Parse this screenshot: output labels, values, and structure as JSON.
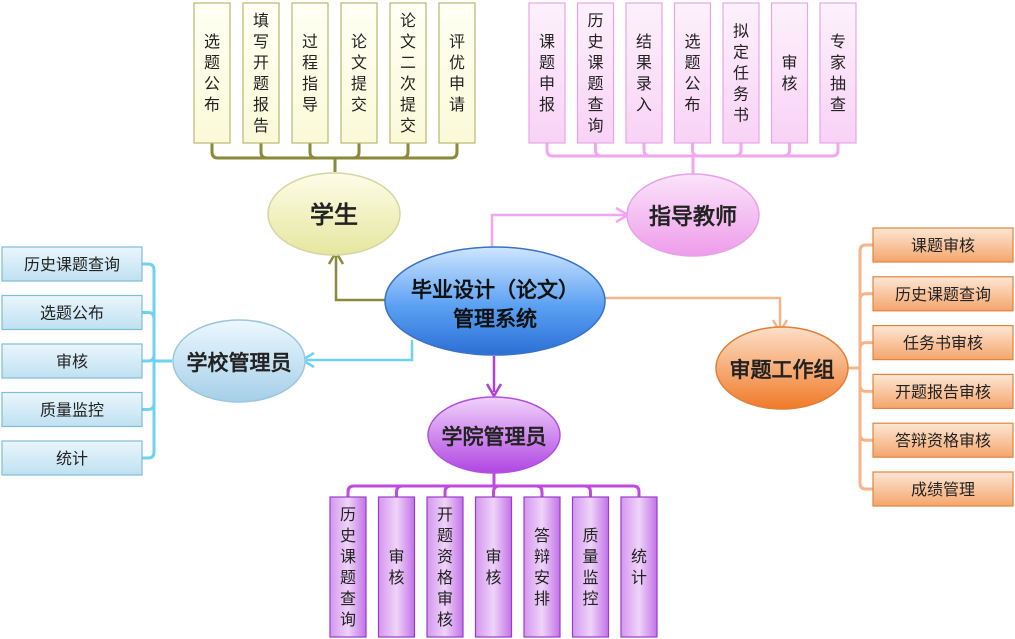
{
  "center": {
    "line1": "毕业设计（论文）",
    "line2": "管理系统"
  },
  "roles": {
    "student": {
      "label": "学生"
    },
    "teacher": {
      "label": "指导教师"
    },
    "school_admin": {
      "label": "学校管理员"
    },
    "review_group": {
      "label": "审题工作组"
    },
    "college_admin": {
      "label": "学院管理员"
    }
  },
  "student_items": [
    "选题公布",
    "填写开题报告",
    "过程指导",
    "论文提交",
    "论文二次提交",
    "评优申请"
  ],
  "teacher_items": [
    "课题申报",
    "历史课题查询",
    "结果录入",
    "选题公布",
    "拟定任务书",
    "审核",
    "专家抽查"
  ],
  "school_admin_items": [
    "历史课题查询",
    "选题公布",
    "审核",
    "质量监控",
    "统计"
  ],
  "review_group_items": [
    "课题审核",
    "历史课题查询",
    "任务书审核",
    "开题报告审核",
    "答辩资格审核",
    "成绩管理"
  ],
  "college_admin_items": [
    "历史课题查询",
    "审核",
    "开题资格审核",
    "审核",
    "答辩安排",
    "质量监控",
    "统计"
  ],
  "colors": {
    "student": "#8a8a3a",
    "teacher": "#f3a6f0",
    "school_admin": "#6fd2f0",
    "review_group": "#f5b48a",
    "college_admin": "#b040d8"
  }
}
